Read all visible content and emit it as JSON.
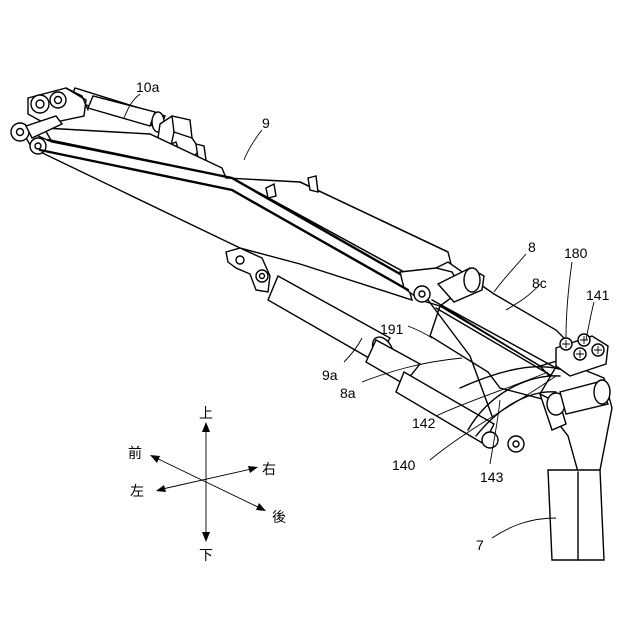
{
  "labels": {
    "l10a": "10a",
    "l9": "9",
    "l8": "8",
    "l180": "180",
    "l8c": "8c",
    "l141": "141",
    "l191": "191",
    "l9a": "9a",
    "l8a": "8a",
    "l142": "142",
    "l140": "140",
    "l143": "143",
    "l7": "7"
  },
  "directions": {
    "up": "上",
    "down": "下",
    "front": "前",
    "back": "後",
    "left": "左",
    "right": "右"
  }
}
